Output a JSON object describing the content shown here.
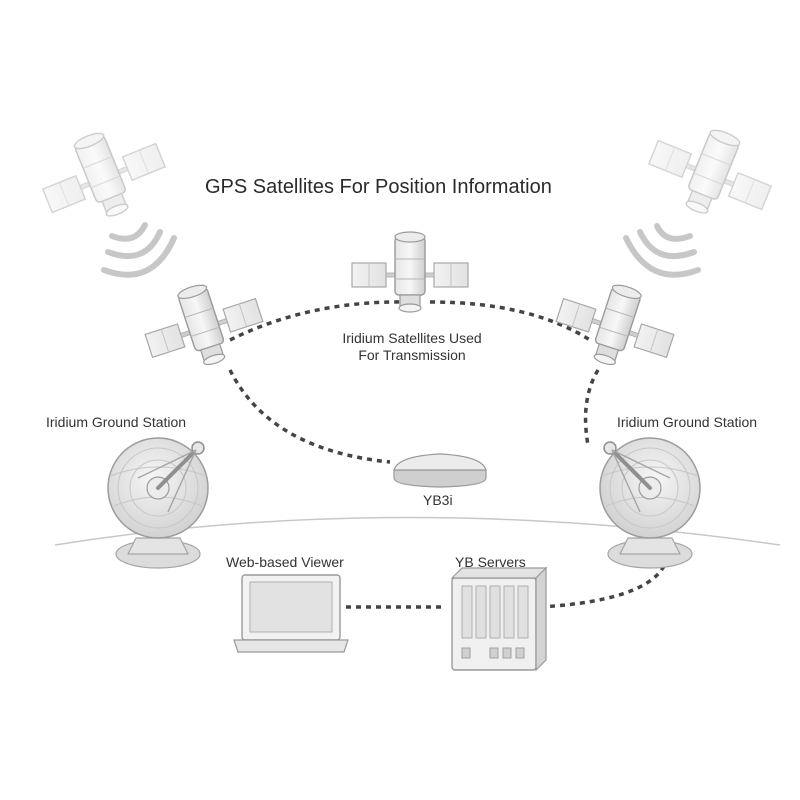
{
  "title": "GPS Satellites For Position Information",
  "labels": {
    "iridium_satellites": [
      "Iridium Satellites Used",
      "For Transmission"
    ],
    "ground_station_left": "Iridium Ground Station",
    "ground_station_right": "Iridium Ground Station",
    "device": "YB3i",
    "viewer": "Web-based Viewer",
    "servers": "YB Servers"
  },
  "colors": {
    "line": "#444444",
    "fill_light": "#efefef",
    "stroke_gray": "#9a9a9a",
    "text": "#333333"
  },
  "icons": [
    "gps-satellite-icon",
    "iridium-satellite-icon",
    "satellite-dish-icon",
    "tracker-device-icon",
    "laptop-icon",
    "server-icon"
  ]
}
